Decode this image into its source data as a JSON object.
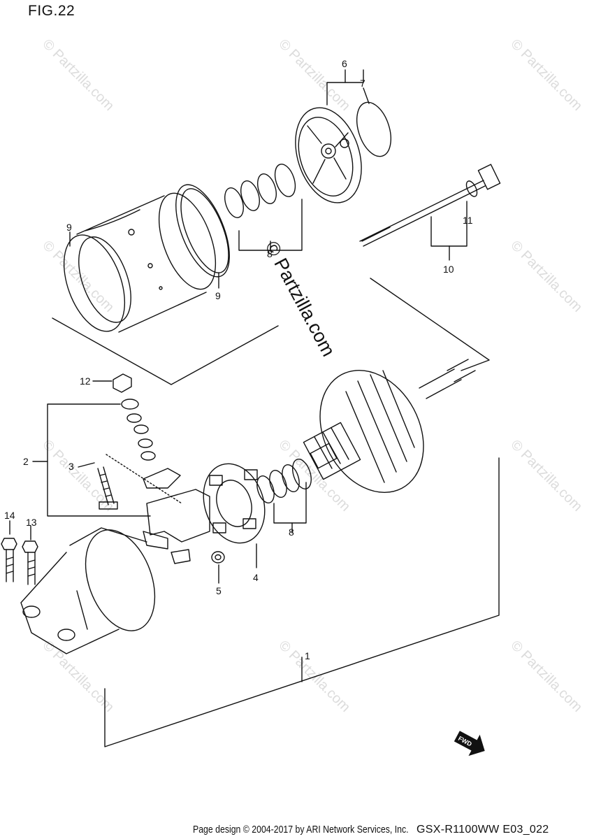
{
  "figure": {
    "title": "FIG.22"
  },
  "watermarks": {
    "small": "© Partzilla.com",
    "center": "© Partzilla.com"
  },
  "callouts": [
    {
      "id": "c1",
      "label": "1"
    },
    {
      "id": "c2",
      "label": "2"
    },
    {
      "id": "c3",
      "label": "3"
    },
    {
      "id": "c4",
      "label": "4"
    },
    {
      "id": "c5",
      "label": "5"
    },
    {
      "id": "c6",
      "label": "6"
    },
    {
      "id": "c7",
      "label": "7"
    },
    {
      "id": "c8a",
      "label": "8"
    },
    {
      "id": "c8b",
      "label": "8"
    },
    {
      "id": "c9a",
      "label": "9"
    },
    {
      "id": "c9b",
      "label": "9"
    },
    {
      "id": "c10",
      "label": "10"
    },
    {
      "id": "c11",
      "label": "11"
    },
    {
      "id": "c12",
      "label": "12"
    },
    {
      "id": "c13",
      "label": "13"
    },
    {
      "id": "c14",
      "label": "14"
    }
  ],
  "fwd_label": "FWD",
  "footer": {
    "credit": "Page design © 2004-2017 by ARI Network Services, Inc.",
    "model_code": "GSX-R1100WW  E03_022"
  }
}
